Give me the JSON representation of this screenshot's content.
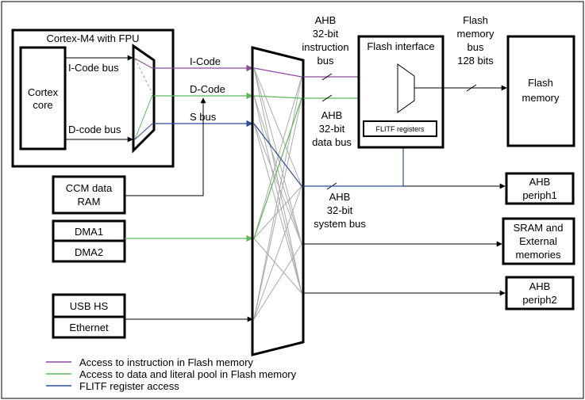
{
  "blocks": {
    "cortex_m4": "Cortex-M4 with FPU",
    "cortex_core": [
      "Cortex",
      "core"
    ],
    "icode_bus_label": "I-Code bus",
    "dcode_bus_label": "D-code bus",
    "ccm": [
      "CCM data",
      "RAM"
    ],
    "dma1": "DMA1",
    "dma2": "DMA2",
    "usb_hs": "USB HS",
    "ethernet": "Ethernet",
    "flash_interface": "Flash interface",
    "flitf_registers": "FLITF registers",
    "flash_memory": [
      "Flash",
      "memory"
    ],
    "ahb_periph1": [
      "AHB",
      "periph1"
    ],
    "sram_ext": [
      "SRAM and",
      "External",
      "memories"
    ],
    "ahb_periph2": [
      "AHB",
      "periph2"
    ]
  },
  "buses": {
    "icode": "I-Code",
    "dcode": "D-Code",
    "sbus": "S bus",
    "ahb_instruction": [
      "AHB",
      "32-bit",
      "instruction",
      "bus"
    ],
    "ahb_data": [
      "AHB",
      "32-bit",
      "data bus"
    ],
    "ahb_system": [
      "AHB",
      "32-bit",
      "system bus"
    ],
    "flash_memory_bus": [
      "Flash",
      "memory",
      "bus",
      "128 bits"
    ]
  },
  "legend": [
    {
      "label": "Access to instruction in Flash memory",
      "color": "#8b4a9c"
    },
    {
      "label": "Access to data and literal pool in Flash memory",
      "color": "#5cb85c"
    },
    {
      "label": "FLITF register access",
      "color": "#2e4d9a"
    }
  ],
  "colors": {
    "instruction": "#8b4a9c",
    "data": "#5cb85c",
    "register": "#2e4d9a",
    "matrix": "#aaaaaa"
  }
}
